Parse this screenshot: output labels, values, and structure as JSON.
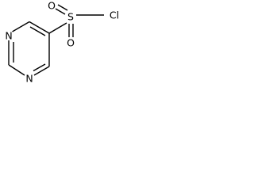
{
  "molecule": {
    "atoms": {
      "n_top": "N",
      "n_bottom": "N",
      "sulfur": "S",
      "oxygen_left": "O",
      "oxygen_bottom": "O",
      "chlorine": "Cl"
    }
  }
}
